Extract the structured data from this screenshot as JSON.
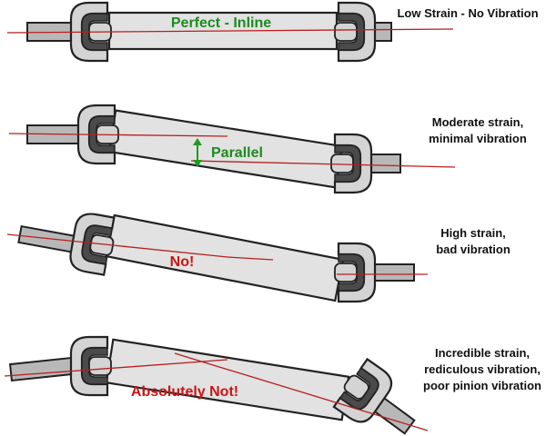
{
  "palette": {
    "metal_light": "#d4d4d4",
    "metal_dark": "#4a4a4a",
    "shaft_fill": "#b8b8b8",
    "body_fill": "#e2e2e2",
    "outline": "#222222",
    "axis_line": "#b81e1e",
    "label_green": "#1e8a1e",
    "label_red": "#cc1414",
    "arrow_green": "#1f9a1f"
  },
  "rows": [
    {
      "name": "perfect-inline",
      "body_label": "Perfect - Inline",
      "body_label_color": "green",
      "caption_lines": [
        "Low Strain - No Vibration"
      ]
    },
    {
      "name": "parallel",
      "body_label": "Parallel",
      "body_label_color": "green",
      "caption_lines": [
        "Moderate strain,",
        "minimal vibration"
      ]
    },
    {
      "name": "no",
      "body_label": "No!",
      "body_label_color": "red",
      "caption_lines": [
        "High strain,",
        "bad vibration"
      ]
    },
    {
      "name": "absolutely-not",
      "body_label": "Absolutely Not!",
      "body_label_color": "red",
      "caption_lines": [
        "Incredible strain,",
        "rediculous vibration,",
        "poor pinion vibration"
      ]
    }
  ]
}
